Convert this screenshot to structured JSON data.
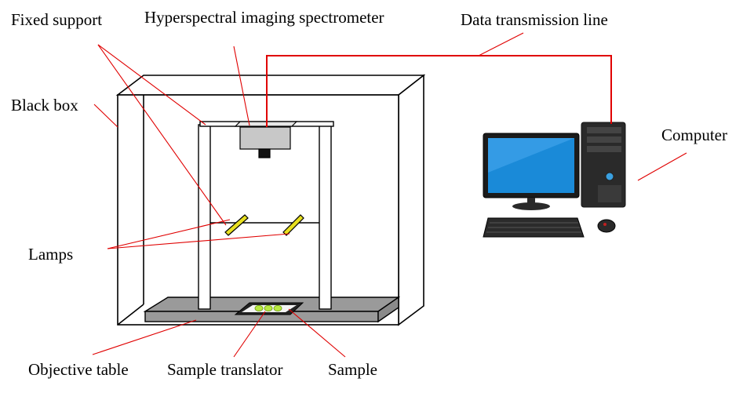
{
  "labels": {
    "fixed_support": "Fixed support",
    "spectrometer": "Hyperspectral imaging spectrometer",
    "data_line": "Data transmission line",
    "black_box": "Black box",
    "computer": "Computer",
    "lamps": "Lamps",
    "objective_table": "Objective table",
    "sample_translator": "Sample translator",
    "sample": "Sample"
  },
  "colors": {
    "leader_line": "#e00000",
    "data_line": "#e00000",
    "outline": "#000000",
    "table_fill": "#9a9a9a",
    "camera_fill": "#c8c8c8",
    "lamp_fill": "#e8e020",
    "sample_fill": "#b8e840",
    "monitor_screen": "#1a8ad8"
  }
}
